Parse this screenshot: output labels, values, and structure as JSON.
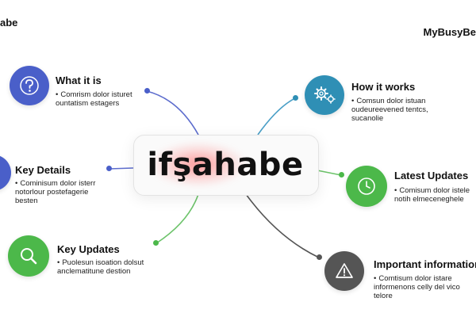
{
  "header": {
    "left_label": "abe",
    "right_label": "MyBusyBe"
  },
  "center": {
    "title": "ifşahabe"
  },
  "nodes": {
    "what_it_is": {
      "title": "What it is",
      "line1": "Comrism dolor isturet",
      "line2": "ountatism estagers",
      "icon": "question-icon",
      "color": "#4a5fc9"
    },
    "key_details": {
      "title": "Key Details",
      "line1": "Cominisum dolor isterr",
      "line2": "notorlour postefagerie",
      "line3": "besten",
      "icon": "details-icon",
      "color": "#4a5fc9"
    },
    "key_updates": {
      "title": "Key Updates",
      "line1": "Puolesun isoation dolsut",
      "line2": "anclematitune destion",
      "icon": "magnifier-icon",
      "color": "#4cb84a"
    },
    "how_it_works": {
      "title": "How it works",
      "line1": "Comsun dolor istuan",
      "line2": "oudeureevened tentcs,",
      "line3": "sucanolie",
      "icon": "gears-icon",
      "color": "#2f8fb5"
    },
    "latest_updates": {
      "title": "Latest Updates",
      "line1": "Comisum dolor istele",
      "line2": "notih elmeceneghele",
      "icon": "clock-icon",
      "color": "#4cb84a"
    },
    "important_info": {
      "title": "Important information",
      "line1": "Comtisum dolor istare",
      "line2": "informenons celly del vico",
      "line3": "telore",
      "icon": "warning-icon",
      "color": "#555555"
    }
  },
  "bullet_char": "•"
}
